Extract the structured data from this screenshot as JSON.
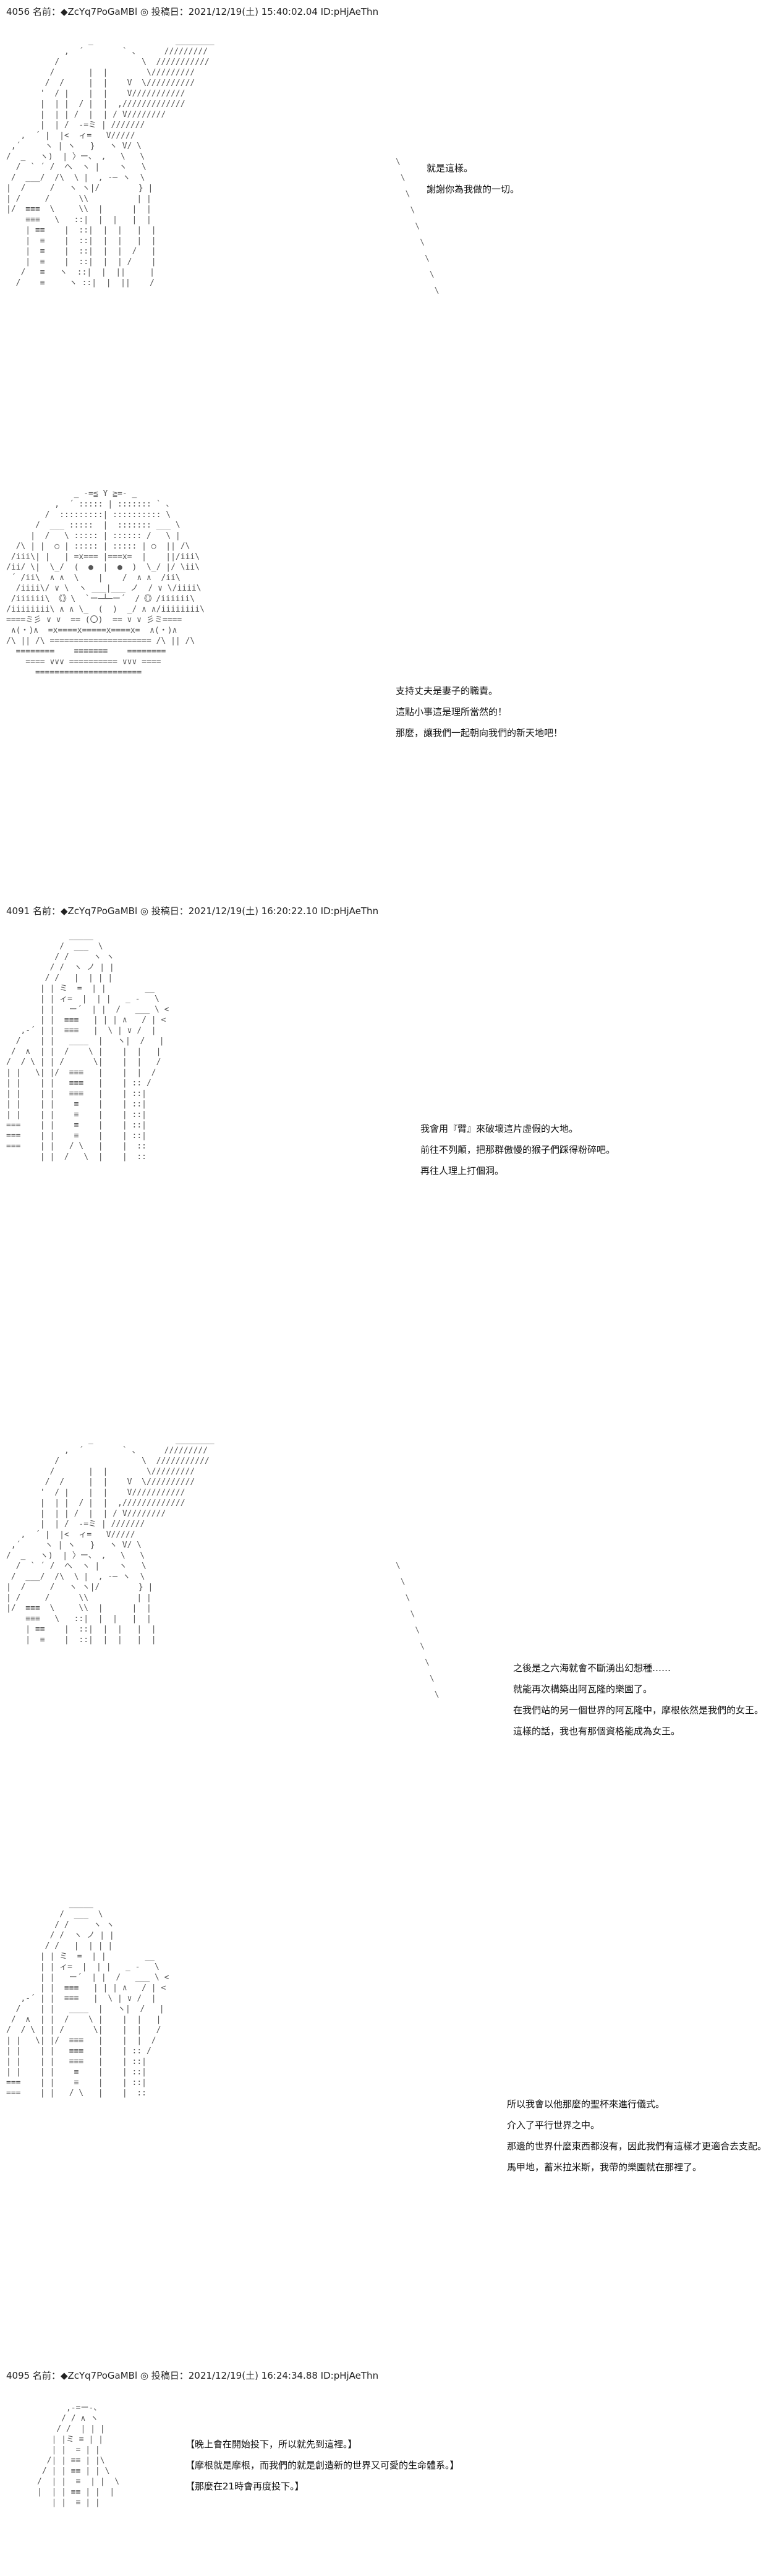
{
  "posts": [
    {
      "header": "4056 名前：◆ZcYq7PoGaMBl ◎ 投稿日：2021/12/19(土) 15:40:02.04 ID:pHjAeThn"
    },
    {
      "header": "4091 名前：◆ZcYq7PoGaMBl ◎ 投稿日：2021/12/19(土) 16:20:22.10 ID:pHjAeThn"
    },
    {
      "header": "4095 名前：◆ZcYq7PoGaMBl ◎ 投稿日：2021/12/19(土) 16:24:34.88 ID:pHjAeThn"
    }
  ],
  "panels": [
    {
      "lines": [
        "就是這樣。",
        "謝謝你為我做的一切。"
      ]
    },
    {
      "lines": [
        "支持丈夫是妻子的職責。",
        "這點小事這是理所當然的！",
        "那麼，讓我們一起朝向我們的新天地吧！"
      ]
    },
    {
      "lines": [
        "我會用『臂』來破壞這片虛假的大地。",
        "前往不列顛，把那群傲慢的猴子們踩得粉碎吧。",
        "再往人理上打個洞。"
      ]
    },
    {
      "lines": [
        "之後是之六海就會不斷湧出幻想種……",
        "就能再次構築出阿瓦隆的樂園了。",
        "在我們站的另一個世界的阿瓦隆中，摩根依然是我們的女王。",
        "這樣的話，我也有那個資格能成為女王。"
      ]
    },
    {
      "lines": [
        "所以我會以他那麼的聖杯來進行儀式。",
        "介入了平行世界之中。",
        "那邊的世界什麼東西都沒有，因此我們有這樣才更適合去支配。",
        "馬甲地，蓄米拉米斯，我帶的樂園就在那裡了。"
      ]
    },
    {
      "lines": [
        "【晚上會在開始投下，所以就先到這裡。】",
        "【摩根就是摩根，而我們的就是創造新的世界又可愛的生命體系。】",
        "【那麼在21時會再度投下。】"
      ]
    }
  ],
  "art": {
    "a1": "                 _                 ________\n            ,  ´        ` 、     /////////\n          /                 \\  ///////////\n         /       |  |        \\/////////\n        /  /     |  |    V  \\//////////\n       '  / |    |  |    V///////////\n       |  | |  / |  |  ,/////////////\n       |  | | /  |  | / V////////\n       |  | /  -=ミ | ///////\n   ,  ´ |  |<  ィ=   V/////\n ,´     ヽ | ヽ   }   ヽ V/ \\\n/  _   ヽ)  | 〉ー、 ,   \\   \\\n  /  ` ´ /  ヘ  ヽ |    ヽ   \\\n /  ___/  /\\  \\ |  , -─ ヽ  \\\n|  /     /   ヽ ヽ|/        } |\n| /     /      \\\\          | |\n|/  ≡≡≡  \\     \\\\  |      |  |\n    ≡≡≡   \\   ::|  |  |   |  |\n    | ≡≡    |  ::|  |  |   |  |\n    |  ≡    |  ::|  |  |   |  |\n    |  ≡    |  ::|  |  |  /   |\n    |  ≡    |  ::|  |  | /    |\n   /   ≡   ヽ  ::|  |  ||     |\n  /    ≡     ヽ ::|  |  ||    /",
    "a2": "              _ -=≦ Y ≧=- _\n          ,  ´ ::::: | ::::::: ` 、\n        /  :::::::::| :::::::::: \\\n      /  ___ :::::  |  ::::::: ___ \\\n     |  /   \\ ::::: | :::::: /   \\ |\n  /\\ | |  ○ | ::::: | ::::: | ○  || /\\\n /iii\\| |   | =x=== |===x=  |    ||/iii\\\n/ii/ \\|  \\_/  (  ●  |  ●  )  \\_/ |/ \\ii\\\n ´ /ii\\  ∧ ∧  \\    |    /  ∧ ∧  /ii\\\n  /iiii\\/ ∨ \\  ヽ ___|___ ノ  / ∨ \\/iiii\\\n /iiiiii\\ 《》\\  `ー─┴─ー´  /《》/iiiiii\\\n/iiiiiiii\\ ∧ ∧ \\_  (  )  _/ ∧ ∧/iiiiiiii\\\n====ミ彡 ∨ ∨  == (〇)  == ∨ ∨ 彡ミ====\n ∧(・)∧  =x====x=====x====x=  ∧(・)∧\n/\\ || /\\ ===================== /\\ || /\\\n  ========    ≡≡≡≡≡≡≡    ========\n    ==== ∨∨∨ ========== ∨∨∨ ====\n      ======================",
    "a3": "             _____\n           /  ___  \\\n          / /     ヽ ヽ\n         / /  ヽ ノ | |\n        / /   |  | | |\n       | | ミ  =  | |        __\n       | | ィ=  |  | |   _ -   \\\n       | |   ー´  | |  /   ___ \\ <\n       | |  ≡≡≡   | | | ∧   / | <\n   ,-´ | |  ≡≡≡   |  \\ | ∨ /  |\n  /    | |   ____  |   ヽ|  /   |\n /  ∧  | |  /    \\ |    |  |   |\n/  / \\ | | /      \\|    |  |   /\n| |   \\| |/  ≡≡≡   |    |  |  /\n| |    | |   ≡≡≡   |    | :: /\n| |    | |   ≡≡≡   |    | ::|\n| |    | |    ≡    |    | ::|\n| |    | |    ≡    |    | ::|\n===    | |    ≡    |    | ::|\n===    | |    ≡    |    | ::|\n===    | |   / \\   |    |  ::\n       | |  /   \\  |    |  ::",
    "a4": "                 _                 ________\n            ,  ´        ` 、     /////////\n          /                 \\  ///////////\n         /       |  |        \\/////////\n        /  /     |  |    V  \\//////////\n       '  / |    |  |    V///////////\n       |  | |  / |  |  ,/////////////\n       |  | | /  |  | / V////////\n       |  | /  -=ミ | ///////\n   ,  ´ |  |<  ィ=   V/////\n ,´     ヽ | ヽ   }   ヽ V/ \\\n/  _   ヽ)  | 〉ー、 ,   \\   \\\n  /  ` ´ /  ヘ  ヽ |    ヽ   \\\n /  ___/  /\\  \\ |  , -─ ヽ  \\\n|  /     /   ヽ ヽ|/        } |\n| /     /      \\\\          | |\n|/  ≡≡≡  \\     \\\\  |      |  |\n    ≡≡≡   \\   ::|  |  |   |  |\n    | ≡≡    |  ::|  |  |   |  |\n    |  ≡    |  ::|  |  |   |  |",
    "a5": "             _____\n           /  ___  \\\n          / /     ヽ ヽ\n         / /  ヽ ノ | |\n        / /   |  | | |\n       | | ミ  =  | |        __\n       | | ィ=  |  | |   _ -   \\\n       | |   ー´  | |  /   ___ \\ <\n       | |  ≡≡≡   | | | ∧   / | <\n   ,-´ | |  ≡≡≡   |  \\ | ∨ /  |\n  /    | |   ____  |   ヽ|  /   |\n /  ∧  | |  /    \\ |    |  |   |\n/  / \\ | | /      \\|    |  |   /\n| |   \\| |/  ≡≡≡   |    |  |  /\n| |    | |   ≡≡≡   |    | :: /\n| |    | |   ≡≡≡   |    | ::|\n| |    | |    ≡    |    | ::|\n===    | |    ≡    |    | ::|\n===    | |   / \\   |    |  ::",
    "a6": "      ,-=ー-、\n     / / ∧ ヽ\n    / /  | | |\n   | |ミ ≡ | |\n   | |  = | |\n  /| | ≡≡ | |\\\n / | | ≡≡ | | \\\n/  | |  ≡  | |  \\\n|  | | ≡≡ | |  |\n   | |  ≡ | |"
  }
}
